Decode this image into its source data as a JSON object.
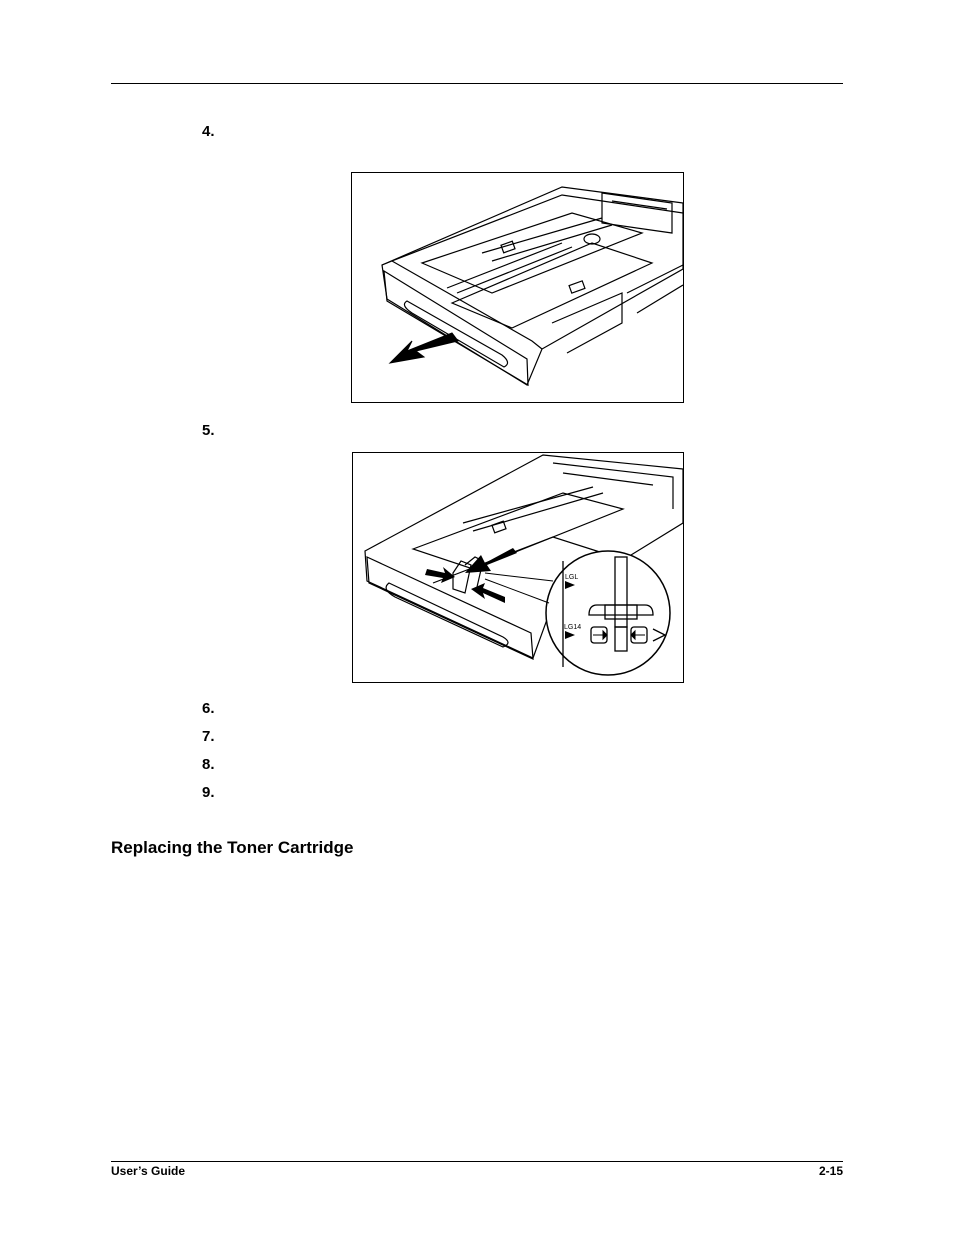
{
  "steps": [
    {
      "number": "4."
    },
    {
      "number": "5."
    },
    {
      "number": "6."
    },
    {
      "number": "7."
    },
    {
      "number": "8."
    },
    {
      "number": "9."
    }
  ],
  "figure2": {
    "label_top": "LGL",
    "label_bottom": "LG14"
  },
  "section": {
    "title": "Replacing the Toner Cartridge"
  },
  "footer": {
    "left": "User’s Guide",
    "right": "2-15"
  }
}
